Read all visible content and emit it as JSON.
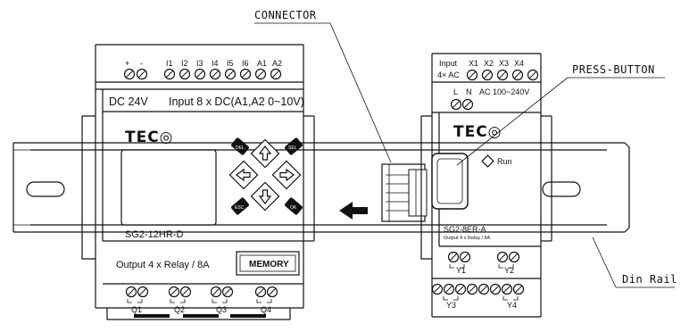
{
  "callouts": {
    "connector": "CONNECTOR",
    "press_button": "PRESS-BUTTON",
    "din_rail": "Din Rail"
  },
  "main_unit": {
    "brand": "TEC◎",
    "power_label": "DC 24V",
    "input_label": "Input  8 x DC(A1,A2  0~10V)",
    "model": "SG2-12HR-D",
    "output_label": "Output  4 x Relay / 8A",
    "memory_label": "MEMORY",
    "top_terminals": [
      "+",
      "-",
      "I1",
      "I2",
      "I3",
      "I4",
      "I5",
      "I6",
      "A1",
      "A2"
    ],
    "bottom_terminals": [
      "Q1",
      "Q2",
      "Q3",
      "Q4"
    ],
    "keys": [
      "DEL",
      "SEL",
      "ESC",
      "OK"
    ]
  },
  "expansion_unit": {
    "brand": "TEC◎",
    "input_label": "Input",
    "input_type": "4× AC",
    "input_terminals": [
      "X1",
      "X2",
      "X3",
      "X4"
    ],
    "power_terminals": [
      "L",
      "N"
    ],
    "power_label": "AC 100~240V",
    "run_label": "Run",
    "model": "SG2-8ER-A",
    "output_label": "Output  4 x Relay / 8A",
    "output_terminals": [
      "Y1",
      "Y2",
      "Y3",
      "Y4"
    ]
  }
}
